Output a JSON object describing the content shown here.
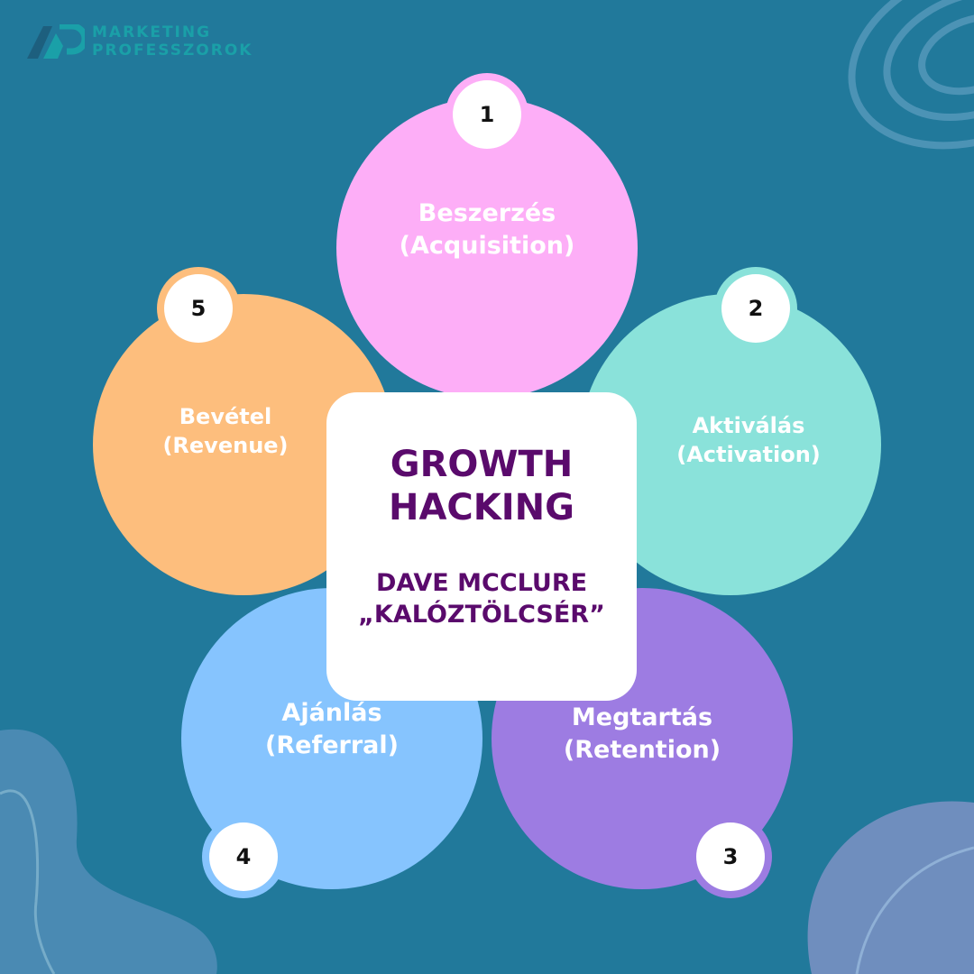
{
  "logo": {
    "line1": "MARKETING",
    "line2": "PROFESSZOROK"
  },
  "center": {
    "title_line1": "GROWTH",
    "title_line2": "HACKING",
    "subtitle_line1": "DAVE MCCLURE",
    "subtitle_line2": "„KALÓZTÖLCSÉR”"
  },
  "steps": [
    {
      "number": "1",
      "label": "Beszerzés",
      "sublabel": "(Acquisition)",
      "color": "#fdaef7"
    },
    {
      "number": "2",
      "label": "Aktiválás",
      "sublabel": "(Activation)",
      "color": "#8ae2da"
    },
    {
      "number": "3",
      "label": "Megtartás",
      "sublabel": "(Retention)",
      "color": "#9d7ce2"
    },
    {
      "number": "4",
      "label": "Ajánlás",
      "sublabel": "(Referral)",
      "color": "#86c4fe"
    },
    {
      "number": "5",
      "label": "Bevétel",
      "sublabel": "(Revenue)",
      "color": "#fdbe7d"
    }
  ],
  "colors": {
    "background": "#21799b",
    "title": "#5a0a6c"
  }
}
